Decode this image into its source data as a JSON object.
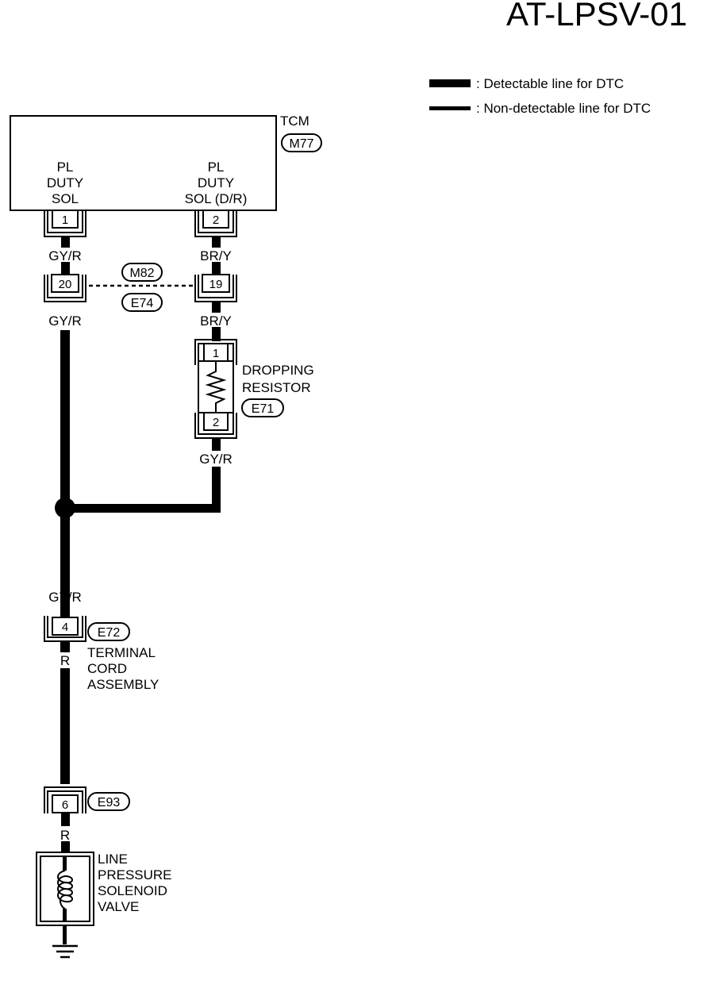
{
  "title": "AT-LPSV-01",
  "legend": {
    "detectable": ": Detectable line for DTC",
    "non_detectable": ": Non-detectable line for DTC"
  },
  "tcm": {
    "label": "TCM",
    "connector": "M77",
    "terminal1": {
      "lines": [
        "PL",
        "DUTY",
        "SOL"
      ],
      "pin": "1"
    },
    "terminal2": {
      "lines": [
        "PL",
        "DUTY",
        "SOL (D/R)"
      ],
      "pin": "2"
    }
  },
  "wires": {
    "left_top": "GY/R",
    "right_top": "BR/Y",
    "left_mid": "GY/R",
    "right_mid": "BR/Y",
    "resistor_out": "GY/R",
    "to_terminal": "GY/R",
    "terminal_out": "R",
    "to_valve": "R"
  },
  "joint_connector": {
    "pin_left": "20",
    "pin_right": "19",
    "tag_top": "M82",
    "tag_bottom": "E74"
  },
  "dropping_resistor": {
    "lines": [
      "DROPPING",
      "RESISTOR"
    ],
    "connector": "E71",
    "pin_top": "1",
    "pin_bottom": "2"
  },
  "terminal_cord": {
    "lines": [
      "TERMINAL",
      "CORD",
      "ASSEMBLY"
    ],
    "connector": "E72",
    "pin": "4"
  },
  "valve_connector": {
    "connector": "E93",
    "pin": "6"
  },
  "solenoid": {
    "lines": [
      "LINE",
      "PRESSURE",
      "SOLENOID",
      "VALVE"
    ]
  }
}
